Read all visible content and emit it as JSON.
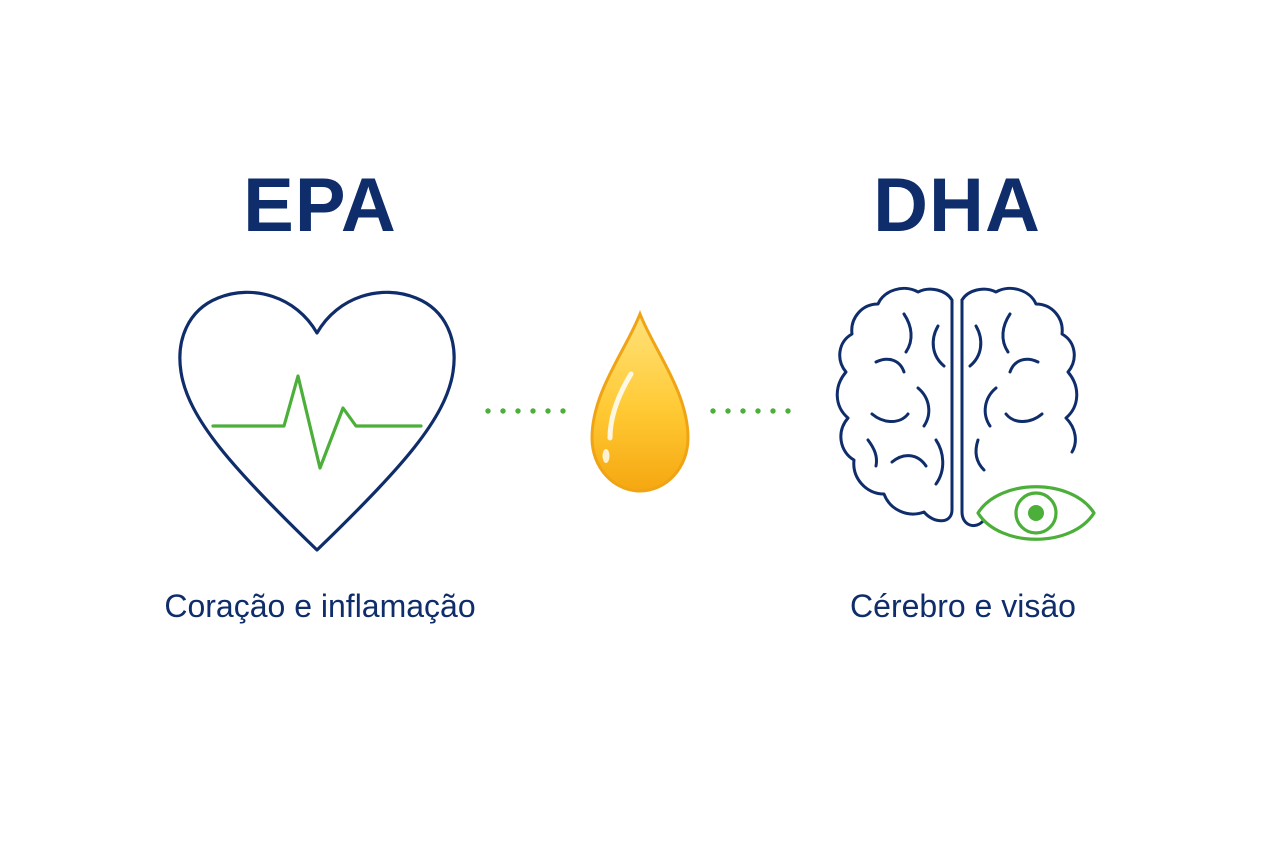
{
  "left": {
    "title": "EPA",
    "caption": "Coração e inflamação",
    "icons": [
      "heart-icon",
      "heartbeat-icon"
    ]
  },
  "right": {
    "title": "DHA",
    "caption": "Cérebro e visão",
    "icons": [
      "brain-icon",
      "eye-icon"
    ]
  },
  "center": {
    "icon": "oil-drop-icon"
  },
  "colors": {
    "navy": "#0f2d6b",
    "green": "#4caf3a",
    "gold": "#f2ae1c",
    "gold_light": "#ffd75a"
  }
}
